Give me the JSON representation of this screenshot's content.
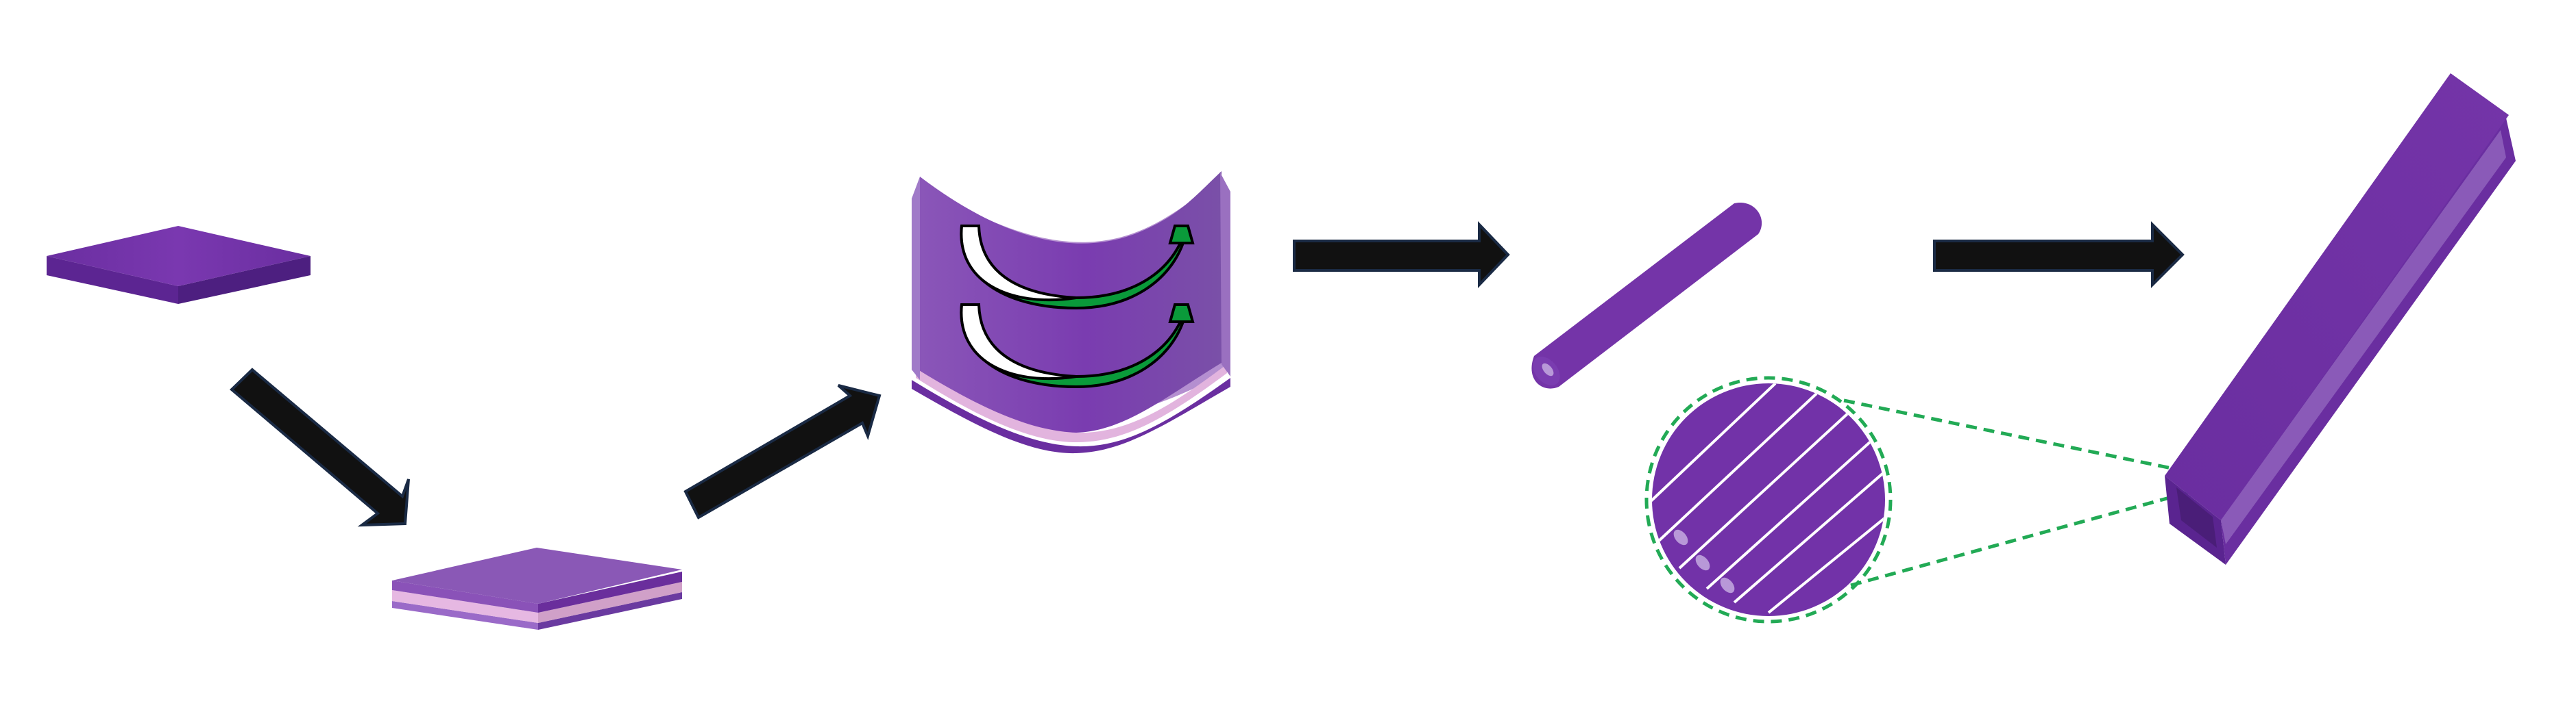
{
  "colors": {
    "purple_main": "#7232a8",
    "purple_light": "#8a52b8",
    "purple_dark": "#5a2490",
    "purple_darker": "#4a1e78",
    "pink_layer": "#e6b4e0",
    "arrow_fill": "#111111",
    "arrow_stroke": "#1a2a44",
    "green_arrow": "#0a9a3a",
    "green_dashed": "#22aa55",
    "stripe_white": "#ffffff"
  },
  "stages": [
    {
      "id": "flat-sheet",
      "icon": "flat-purple-sheet"
    },
    {
      "id": "laminated-sheet",
      "icon": "bilayer-sheet-with-pink-interlayer"
    },
    {
      "id": "curling-sheet",
      "icon": "bending-sheet-with-green-curl-arrows"
    },
    {
      "id": "single-rod",
      "icon": "rolled-tube"
    },
    {
      "id": "aligned-tubes",
      "icon": "magnified-bundle-of-tubes"
    },
    {
      "id": "long-beam",
      "icon": "long-square-beam"
    }
  ],
  "arrows": [
    "down-right-arrow",
    "up-right-arrow",
    "right-arrow",
    "right-arrow"
  ]
}
